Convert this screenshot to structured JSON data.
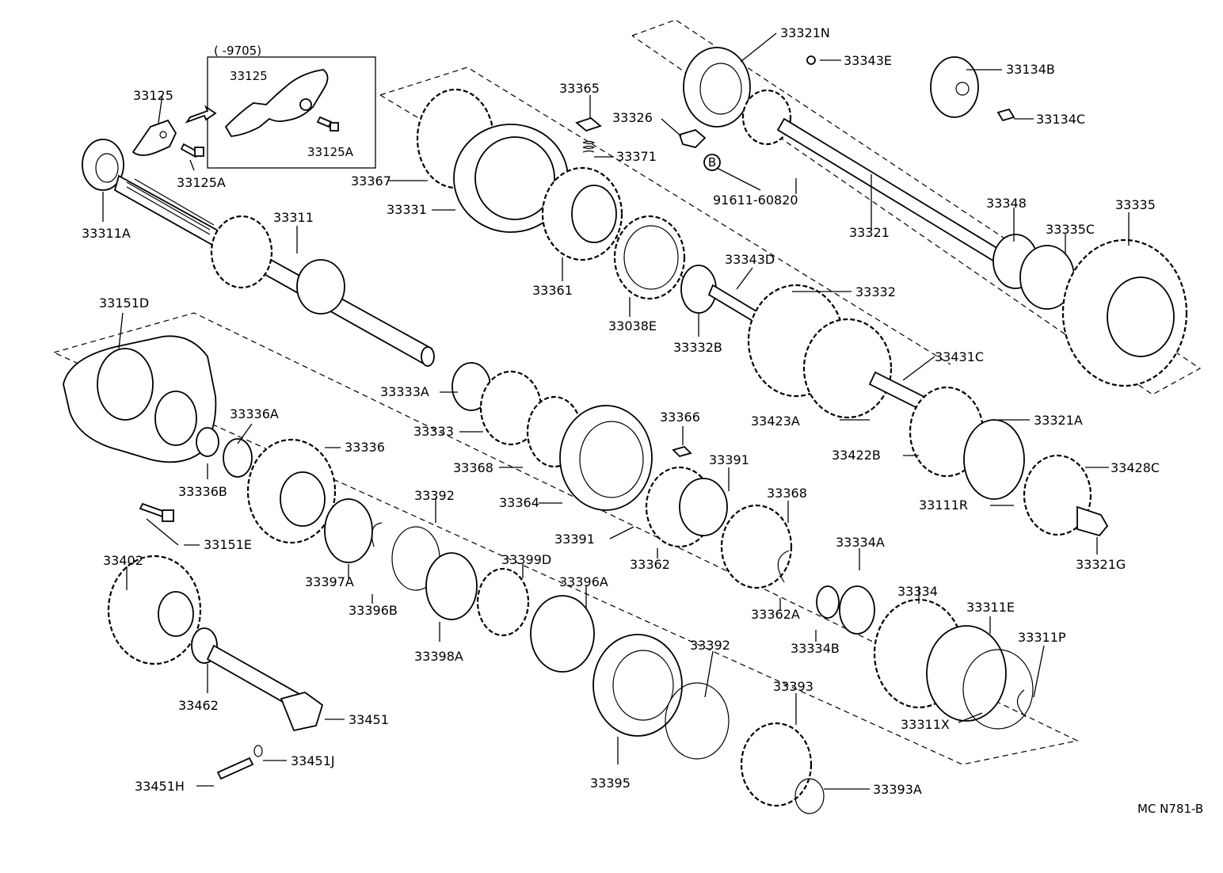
{
  "diagram": {
    "drawing_code": "MC N781-B",
    "inset_range": "(    -9705)",
    "callout_b": "B",
    "labels": {
      "p33321N": "33321N",
      "p33343E": "33343E",
      "p33134B": "33134B",
      "p33134C": "33134C",
      "p33365": "33365",
      "p33326": "33326",
      "p33371": "33371",
      "p33367": "33367",
      "p33331": "33331",
      "p91611": "91611-60820",
      "p33348": "33348",
      "p33335": "33335",
      "p33335C": "33335C",
      "p33321": "33321",
      "p33125_inset": "33125",
      "p33125A_inset": "33125A",
      "p33125": "33125",
      "p33125A": "33125A",
      "p33311A": "33311A",
      "p33311": "33311",
      "p33361": "33361",
      "p33038E": "33038E",
      "p33343D": "33343D",
      "p33332": "33332",
      "p33332B": "33332B",
      "p33151D": "33151D",
      "p33431C": "33431C",
      "p33333A": "33333A",
      "p33423A": "33423A",
      "p33336A": "33336A",
      "p33333": "33333",
      "p33366": "33366",
      "p33321A": "33321A",
      "p33336": "33336",
      "p33368a": "33368",
      "p33391a": "33391",
      "p33422B": "33422B",
      "p33428C": "33428C",
      "p33336B": "33336B",
      "p33364": "33364",
      "p33392a": "33392",
      "p33368b": "33368",
      "p33111R": "33111R",
      "p33151E": "33151E",
      "p33391b": "33391",
      "p33362": "33362",
      "p33334A": "33334A",
      "p33321G": "33321G",
      "p33402": "33402",
      "p33397A": "33397A",
      "p33399D": "33399D",
      "p33396A": "33396A",
      "p33334": "33334",
      "p33311E": "33311E",
      "p33311P": "33311P",
      "p33396B": "33396B",
      "p33362A": "33362A",
      "p33334B": "33334B",
      "p33398A": "33398A",
      "p33392b": "33392",
      "p33462": "33462",
      "p33393": "33393",
      "p33451": "33451",
      "p33311X": "33311X",
      "p33395": "33395",
      "p33451J": "33451J",
      "p33451H": "33451H",
      "p33393A": "33393A"
    }
  }
}
